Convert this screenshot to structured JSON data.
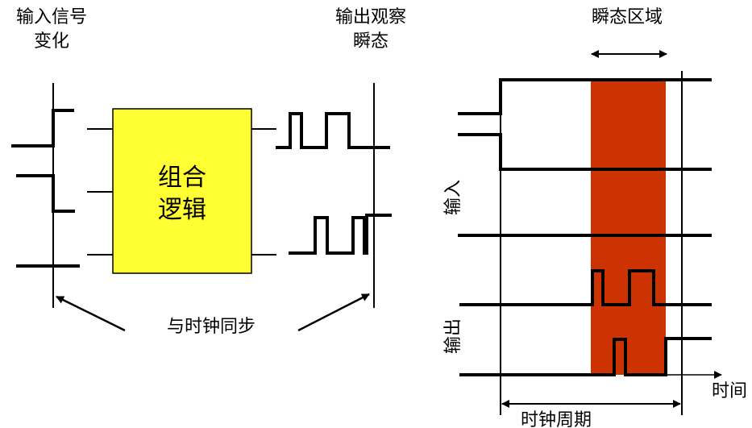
{
  "left": {
    "input_label_line1": "输入信号",
    "input_label_line2": "变化",
    "output_label_line1": "输出观察",
    "output_label_line2": "瞬态",
    "block_line1": "组合",
    "block_line2": "逻辑",
    "block_color": "#ffff33",
    "sync_label": "与时钟同步"
  },
  "right": {
    "transient_label": "瞬态区域",
    "transient_color": "#cc3300",
    "input_label": "输入",
    "output_label": "输出",
    "time_label": "时间",
    "period_label": "时钟周期"
  }
}
